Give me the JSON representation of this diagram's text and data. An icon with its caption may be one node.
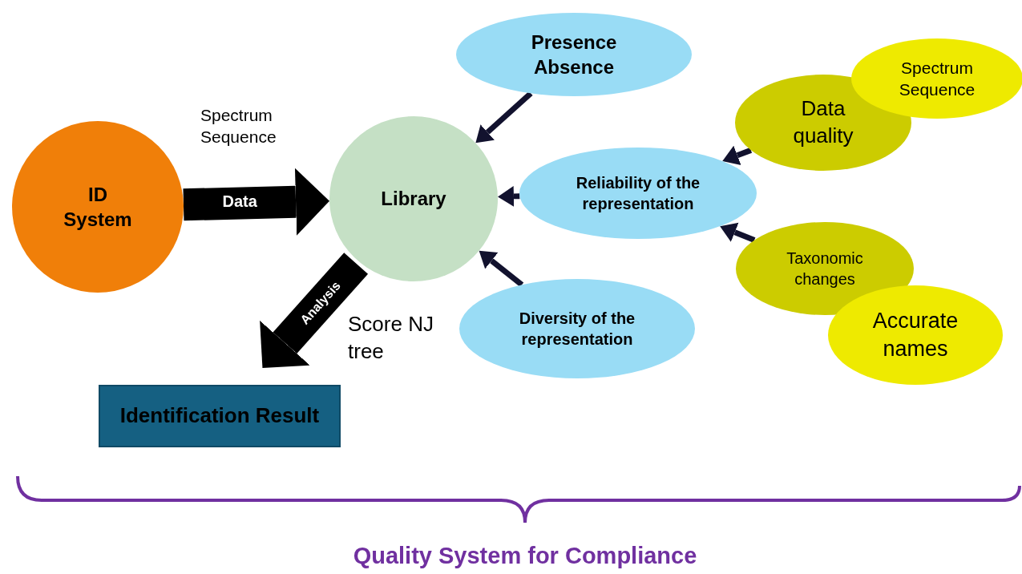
{
  "diagram": {
    "nodes": [
      {
        "text": [
          "ID System"
        ]
      },
      {
        "text": [
          "Library"
        ]
      },
      {
        "text": [
          "Presence Absence"
        ]
      },
      {
        "text": [
          "Reliability of the representation"
        ]
      },
      {
        "text": [
          "Diversity of the representation"
        ]
      },
      {
        "text": [
          "Data quality"
        ]
      },
      {
        "text": [
          "Spectrum Sequence"
        ]
      },
      {
        "text": [
          "Taxonomic changes"
        ]
      },
      {
        "text": [
          "Accurate names"
        ]
      },
      {
        "text": [
          "Identification Result"
        ]
      }
    ],
    "edges": [
      {
        "from": 0,
        "to": 1,
        "arrow": "to",
        "label": "Data",
        "style": "thick"
      },
      {
        "from": 1,
        "to": 9,
        "arrow": "to",
        "label": "Analysis",
        "style": "thick"
      },
      {
        "from": 2,
        "to": 1,
        "arrow": "to"
      },
      {
        "from": 3,
        "to": 1,
        "arrow": "to"
      },
      {
        "from": 4,
        "to": 1,
        "arrow": "to"
      },
      {
        "from": 5,
        "to": 3,
        "arrow": "to"
      },
      {
        "from": 7,
        "to": 3,
        "arrow": "to"
      }
    ],
    "labels": [
      "Spectrum Sequence",
      "Score NJ tree",
      "Quality System for Compliance"
    ]
  }
}
